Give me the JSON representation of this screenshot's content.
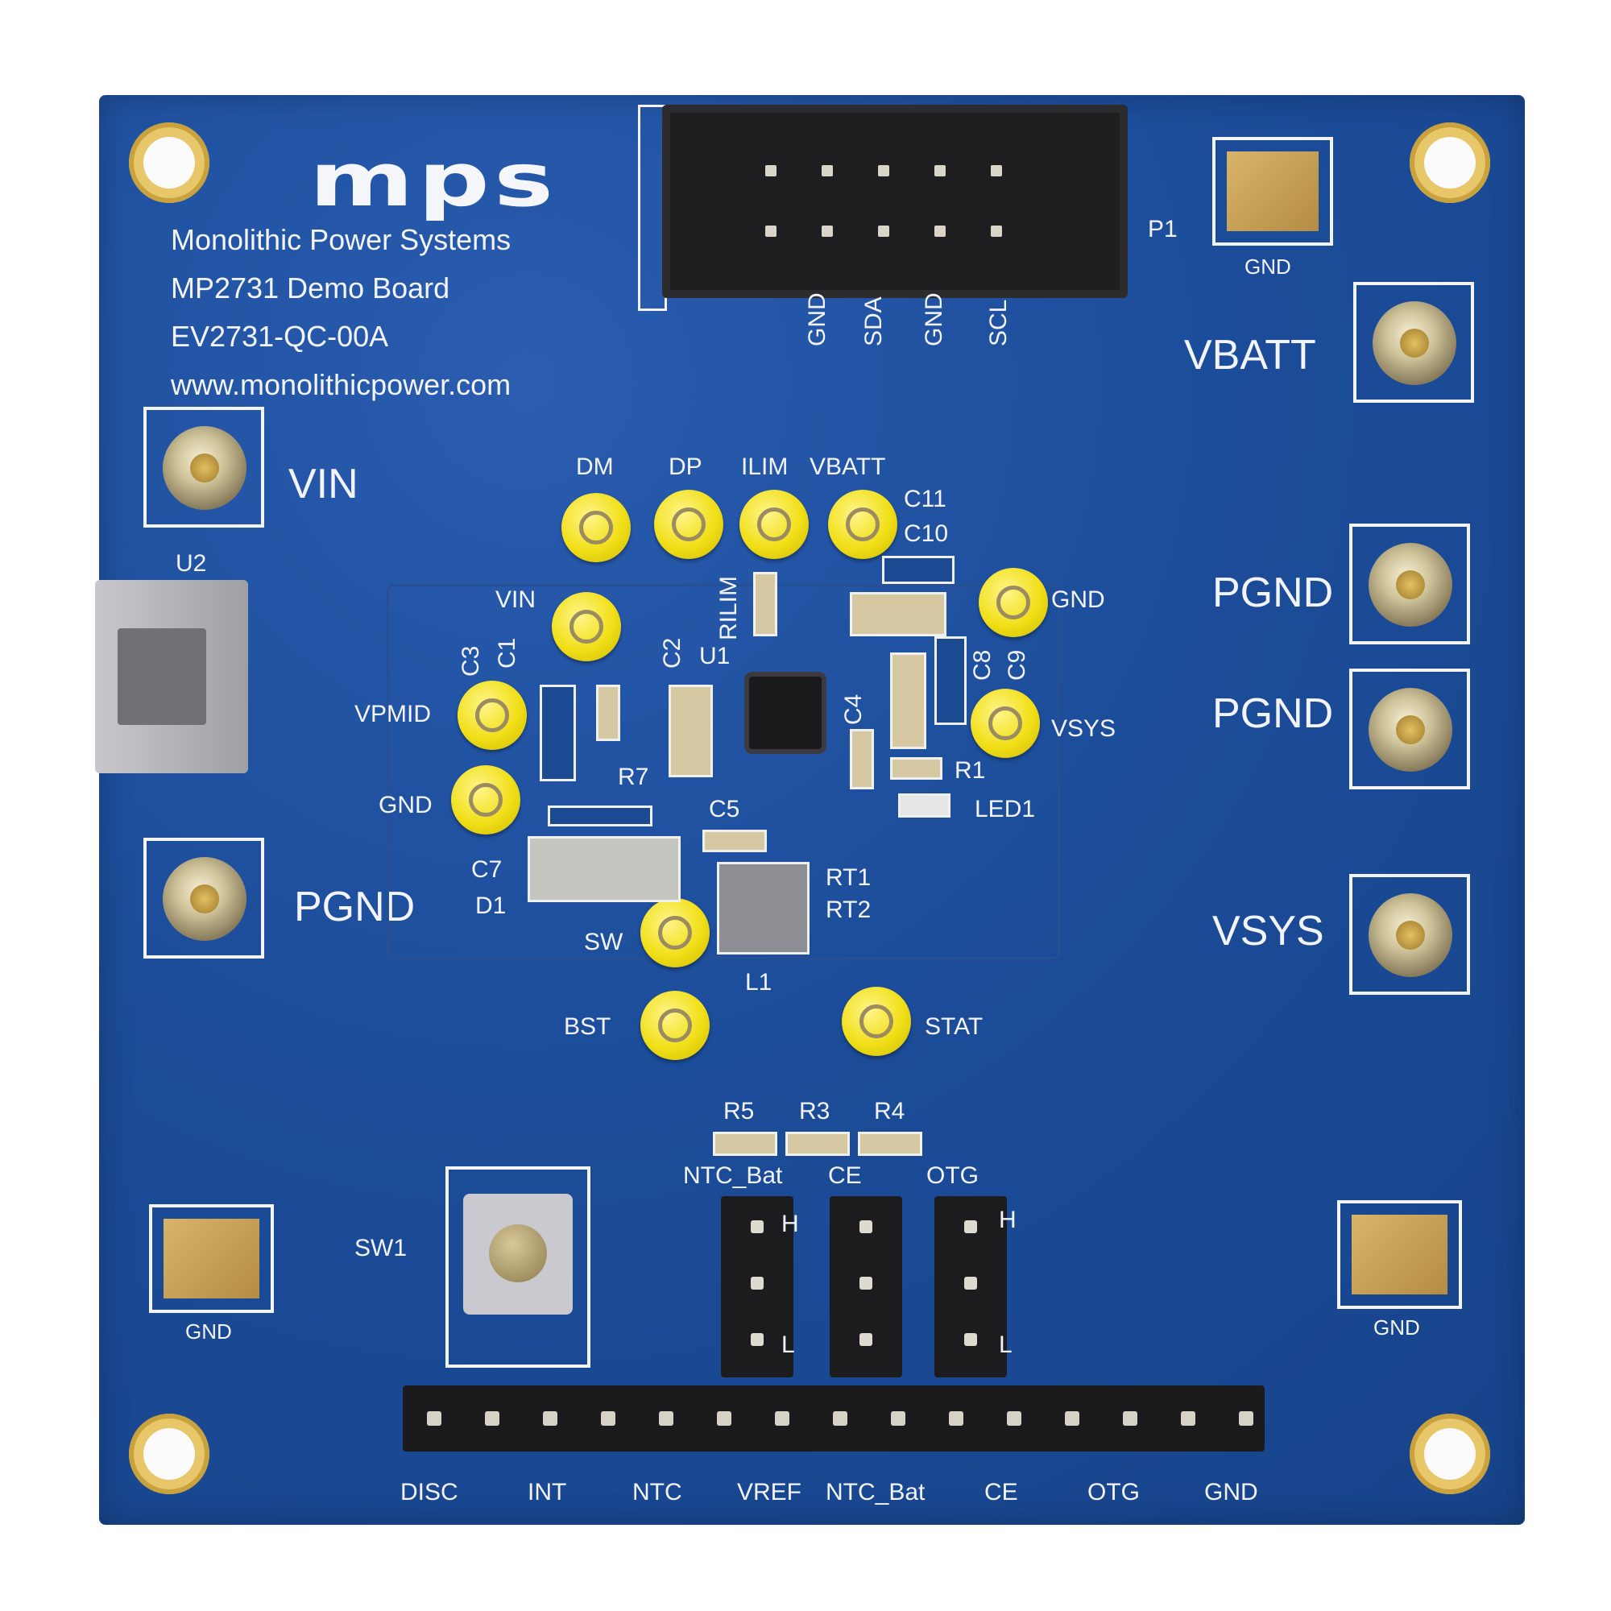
{
  "board": {
    "logo": "mps",
    "company": "Monolithic Power Systems",
    "name": "MP2731 Demo Board",
    "part": "EV2731-QC-00A",
    "url": "www.monolithicpower.com"
  },
  "connectors": {
    "p1": "P1",
    "p1_pins": [
      "GND",
      "SDA",
      "GND",
      "SCL"
    ],
    "usb": "U2",
    "switch": "SW1"
  },
  "terminals": {
    "vin": "VIN",
    "pgnd_left": "PGND",
    "vbatt": "VBATT",
    "pgnd_right_1": "PGND",
    "pgnd_right_2": "PGND",
    "vsys": "VSYS"
  },
  "pads": {
    "gnd_top": "GND",
    "gnd_bottom_left": "GND",
    "gnd_bottom_right": "GND"
  },
  "test_points": {
    "dm": "DM",
    "dp": "DP",
    "ilim": "ILIM",
    "vbatt": "VBATT",
    "vin": "VIN",
    "gnd_right": "GND",
    "vpmid": "VPMID",
    "gnd_left": "GND",
    "vsys": "VSYS",
    "sw": "SW",
    "bst": "BST",
    "stat": "STAT"
  },
  "components": {
    "c11": "C11",
    "c10": "C10",
    "rilim": "RILIM",
    "c3": "C3",
    "c1": "C1",
    "c2": "C2",
    "u1": "U1",
    "c8": "C8",
    "c9": "C9",
    "c4": "C4",
    "r1": "R1",
    "r7": "R7",
    "c5": "C5",
    "led1": "LED1",
    "c7": "C7",
    "d1": "D1",
    "rt1": "RT1",
    "rt2": "RT2",
    "l1": "L1",
    "r5": "R5",
    "r3": "R3",
    "r4": "R4"
  },
  "jumpers": {
    "ntc_bat": "NTC_Bat",
    "ce": "CE",
    "otg": "OTG",
    "h1": "H",
    "l1": "L",
    "h2": "H",
    "l2": "L"
  },
  "bottom_header": [
    "DISC",
    "INT",
    "NTC",
    "VREF",
    "NTC_Bat",
    "CE",
    "OTG",
    "GND"
  ]
}
